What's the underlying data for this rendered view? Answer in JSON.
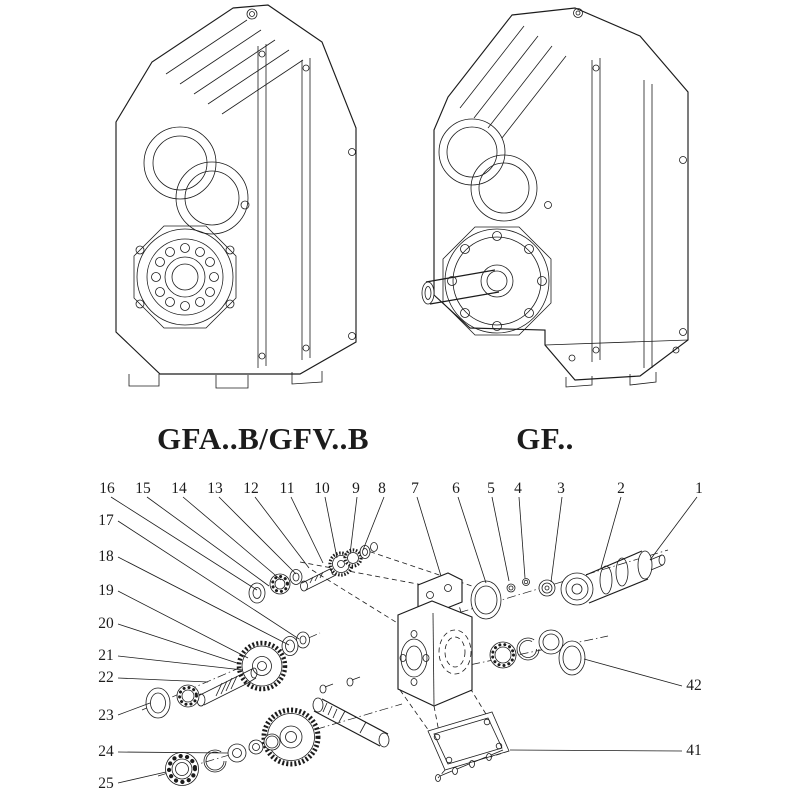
{
  "colors": {
    "paper": "#ffffff",
    "ink": "#1c1c1c"
  },
  "models": [
    {
      "label": "GFA..B/GFV..B"
    },
    {
      "label": "GF.."
    }
  ],
  "exploded_view": {
    "callouts_top": [
      "16",
      "15",
      "14",
      "13",
      "12",
      "11",
      "10",
      "9",
      "8",
      "7",
      "6",
      "5",
      "4",
      "3",
      "2",
      "1"
    ],
    "callouts_left": [
      "17",
      "18",
      "19",
      "20",
      "21",
      "22",
      "23",
      "24",
      "25"
    ],
    "callouts_right": [
      "42",
      "41"
    ]
  }
}
